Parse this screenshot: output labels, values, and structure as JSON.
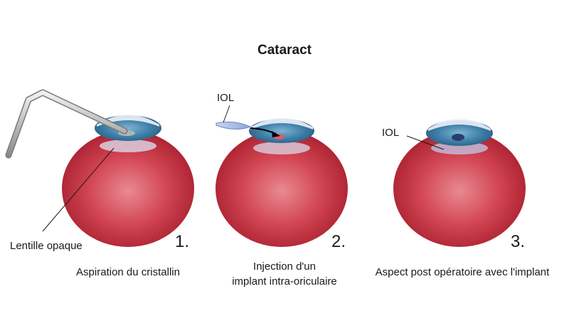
{
  "title": "Cataract",
  "steps": [
    {
      "number": "1.",
      "caption_lines": [
        "Aspiration du cristallin"
      ],
      "label": "Lentille opaque"
    },
    {
      "number": "2.",
      "caption_lines": [
        "Injection d'un",
        "implant intra-oriculaire"
      ],
      "label": "IOL"
    },
    {
      "number": "3.",
      "caption_lines": [
        "Aspect post opératoire avec l'implant"
      ],
      "label": "IOL"
    }
  ],
  "colors": {
    "eyeball": "#c8303e",
    "eyeball_highlight": "#e88a92",
    "iris": "#3f80a8",
    "pupil_step3": "#2a3d6e",
    "lens": "#b9c8ec",
    "cornea": "#eef2fb",
    "arrow": "#000000"
  }
}
